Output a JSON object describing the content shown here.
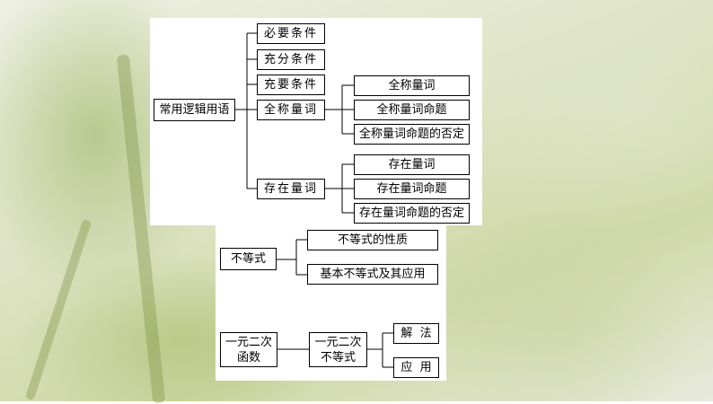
{
  "diagram": {
    "root": "常用逻辑用语",
    "branches": [
      "必要条件",
      "充分条件",
      "充要条件",
      "全称量词",
      "存在量词"
    ],
    "universal": [
      "全称量词",
      "全称量词命题",
      "全称量词命题的否定"
    ],
    "existential": [
      "存在量词",
      "存在量词命题",
      "存在量词命题的否定"
    ],
    "inequality": {
      "root": "不等式",
      "children": [
        "不等式的性质",
        "基本不等式及其应用"
      ]
    },
    "quadratic": {
      "function": [
        "一元二次",
        "函数"
      ],
      "inequality": [
        "一元二次",
        "不等式"
      ],
      "children": [
        "解  法",
        "应  用"
      ]
    }
  }
}
